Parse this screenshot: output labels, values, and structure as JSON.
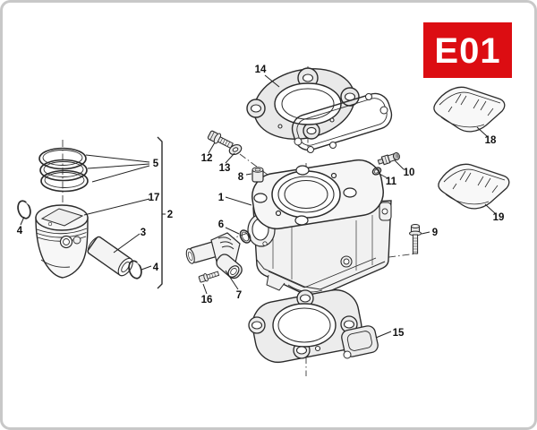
{
  "page": {
    "badge": "E01"
  },
  "diagram": {
    "colors": {
      "badge_red": "#dc0d12",
      "line": "#2b2b2b",
      "border": "#c8c8c8",
      "paper": "#ffffff"
    },
    "callouts": {
      "c1": {
        "label": "1"
      },
      "c2": {
        "label": "2"
      },
      "c3": {
        "label": "3"
      },
      "c4a": {
        "label": "4"
      },
      "c4b": {
        "label": "4"
      },
      "c5": {
        "label": "5"
      },
      "c6": {
        "label": "6"
      },
      "c7": {
        "label": "7"
      },
      "c8": {
        "label": "8"
      },
      "c9": {
        "label": "9"
      },
      "c10": {
        "label": "10"
      },
      "c11": {
        "label": "11"
      },
      "c12": {
        "label": "12"
      },
      "c13": {
        "label": "13"
      },
      "c14": {
        "label": "14"
      },
      "c15": {
        "label": "15"
      },
      "c16": {
        "label": "16"
      },
      "c17": {
        "label": "17"
      },
      "c18": {
        "label": "18"
      },
      "c19": {
        "label": "19"
      }
    }
  }
}
